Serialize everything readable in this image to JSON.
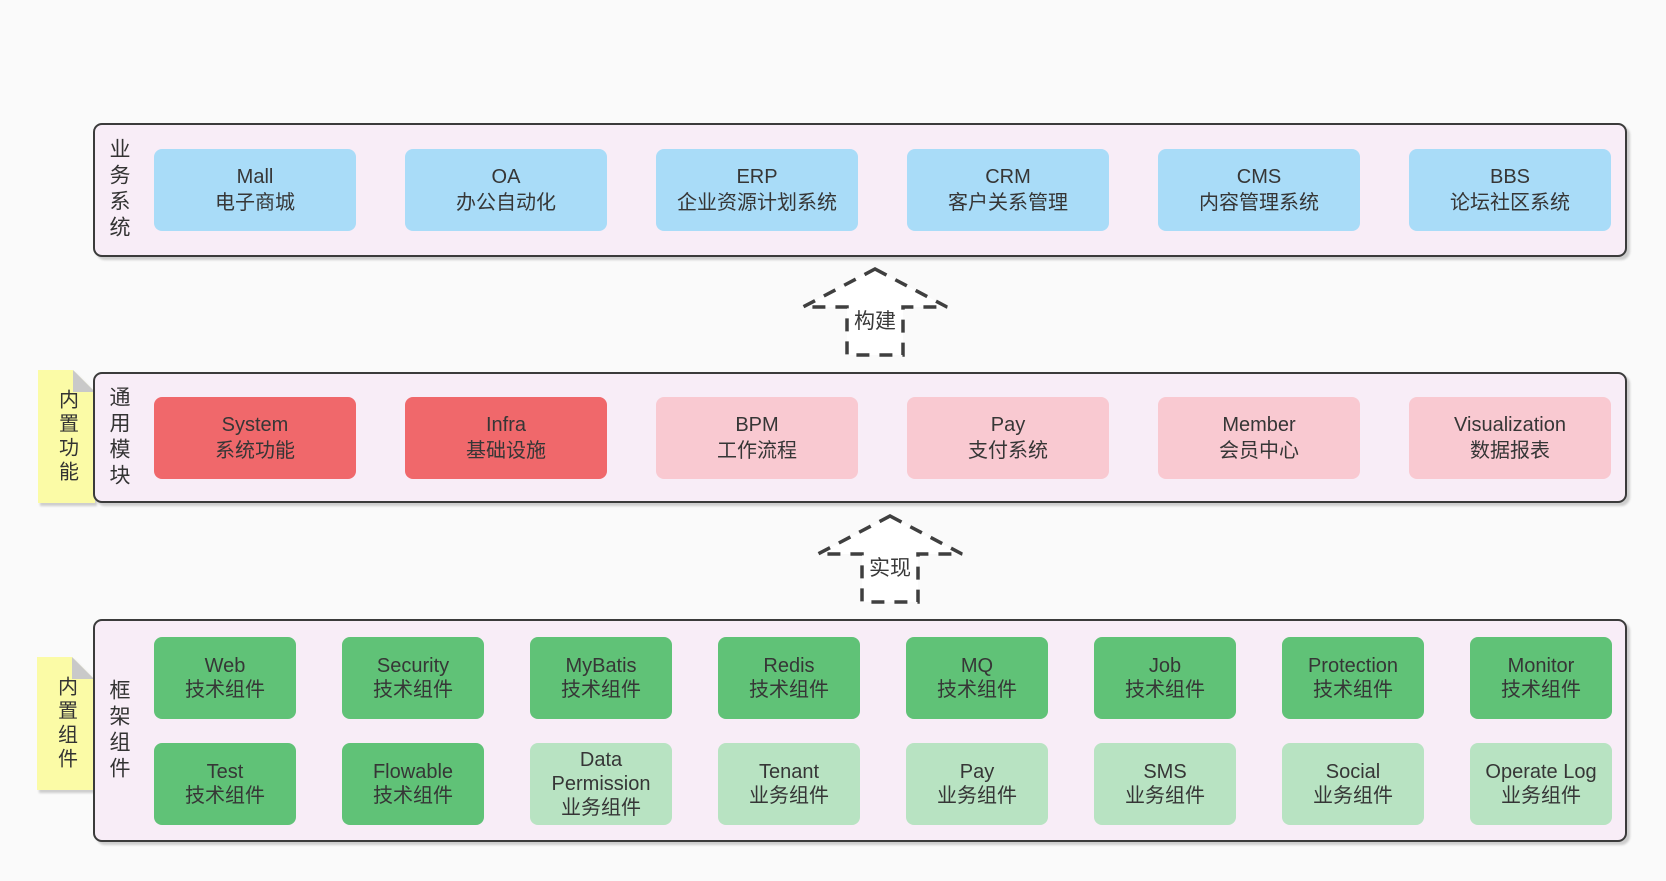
{
  "diagram": {
    "type": "layered-architecture",
    "language": "zh-CN"
  },
  "colors": {
    "page_bg": "#fafafa",
    "band_bg": "#f8edf7",
    "band_border": "#3b3b3b",
    "blue_box": "#a9dcf8",
    "red_box": "#f0686b",
    "pink_box": "#f9c9d1",
    "green_box": "#60c277",
    "light_green_box": "#b8e3c2",
    "note_bg": "#fbfba6",
    "note_fold": "#c9c9c9",
    "arrow_stroke": "#3f3f3f",
    "text": "#333333"
  },
  "arrows": [
    {
      "label": "构建"
    },
    {
      "label": "实现"
    }
  ],
  "bands": [
    {
      "label": "业务系统",
      "rows": [
        [
          {
            "title": "Mall",
            "subtitle": "电子商城"
          },
          {
            "title": "OA",
            "subtitle": "办公自动化"
          },
          {
            "title": "ERP",
            "subtitle": "企业资源计划系统"
          },
          {
            "title": "CRM",
            "subtitle": "客户关系管理"
          },
          {
            "title": "CMS",
            "subtitle": "内容管理系统"
          },
          {
            "title": "BBS",
            "subtitle": "论坛社区系统"
          }
        ]
      ]
    },
    {
      "label": "通用模块",
      "note": "内置功能",
      "rows": [
        [
          {
            "title": "System",
            "subtitle": "系统功能"
          },
          {
            "title": "Infra",
            "subtitle": "基础设施"
          },
          {
            "title": "BPM",
            "subtitle": "工作流程"
          },
          {
            "title": "Pay",
            "subtitle": "支付系统"
          },
          {
            "title": "Member",
            "subtitle": "会员中心"
          },
          {
            "title": "Visualization",
            "subtitle": "数据报表"
          }
        ]
      ]
    },
    {
      "label": "框架组件",
      "note": "内置组件",
      "rows": [
        [
          {
            "title": "Web",
            "subtitle": "技术组件"
          },
          {
            "title": "Security",
            "subtitle": "技术组件"
          },
          {
            "title": "MyBatis",
            "subtitle": "技术组件"
          },
          {
            "title": "Redis",
            "subtitle": "技术组件"
          },
          {
            "title": "MQ",
            "subtitle": "技术组件"
          },
          {
            "title": "Job",
            "subtitle": "技术组件"
          },
          {
            "title": "Protection",
            "subtitle": "技术组件"
          },
          {
            "title": "Monitor",
            "subtitle": "技术组件"
          }
        ],
        [
          {
            "title": "Test",
            "subtitle": "技术组件"
          },
          {
            "title": "Flowable",
            "subtitle": "技术组件"
          },
          {
            "title": "Data Permission",
            "subtitle": "业务组件"
          },
          {
            "title": "Tenant",
            "subtitle": "业务组件"
          },
          {
            "title": "Pay",
            "subtitle": "业务组件"
          },
          {
            "title": "SMS",
            "subtitle": "业务组件"
          },
          {
            "title": "Social",
            "subtitle": "业务组件"
          },
          {
            "title": "Operate Log",
            "subtitle": "业务组件"
          }
        ]
      ]
    }
  ]
}
